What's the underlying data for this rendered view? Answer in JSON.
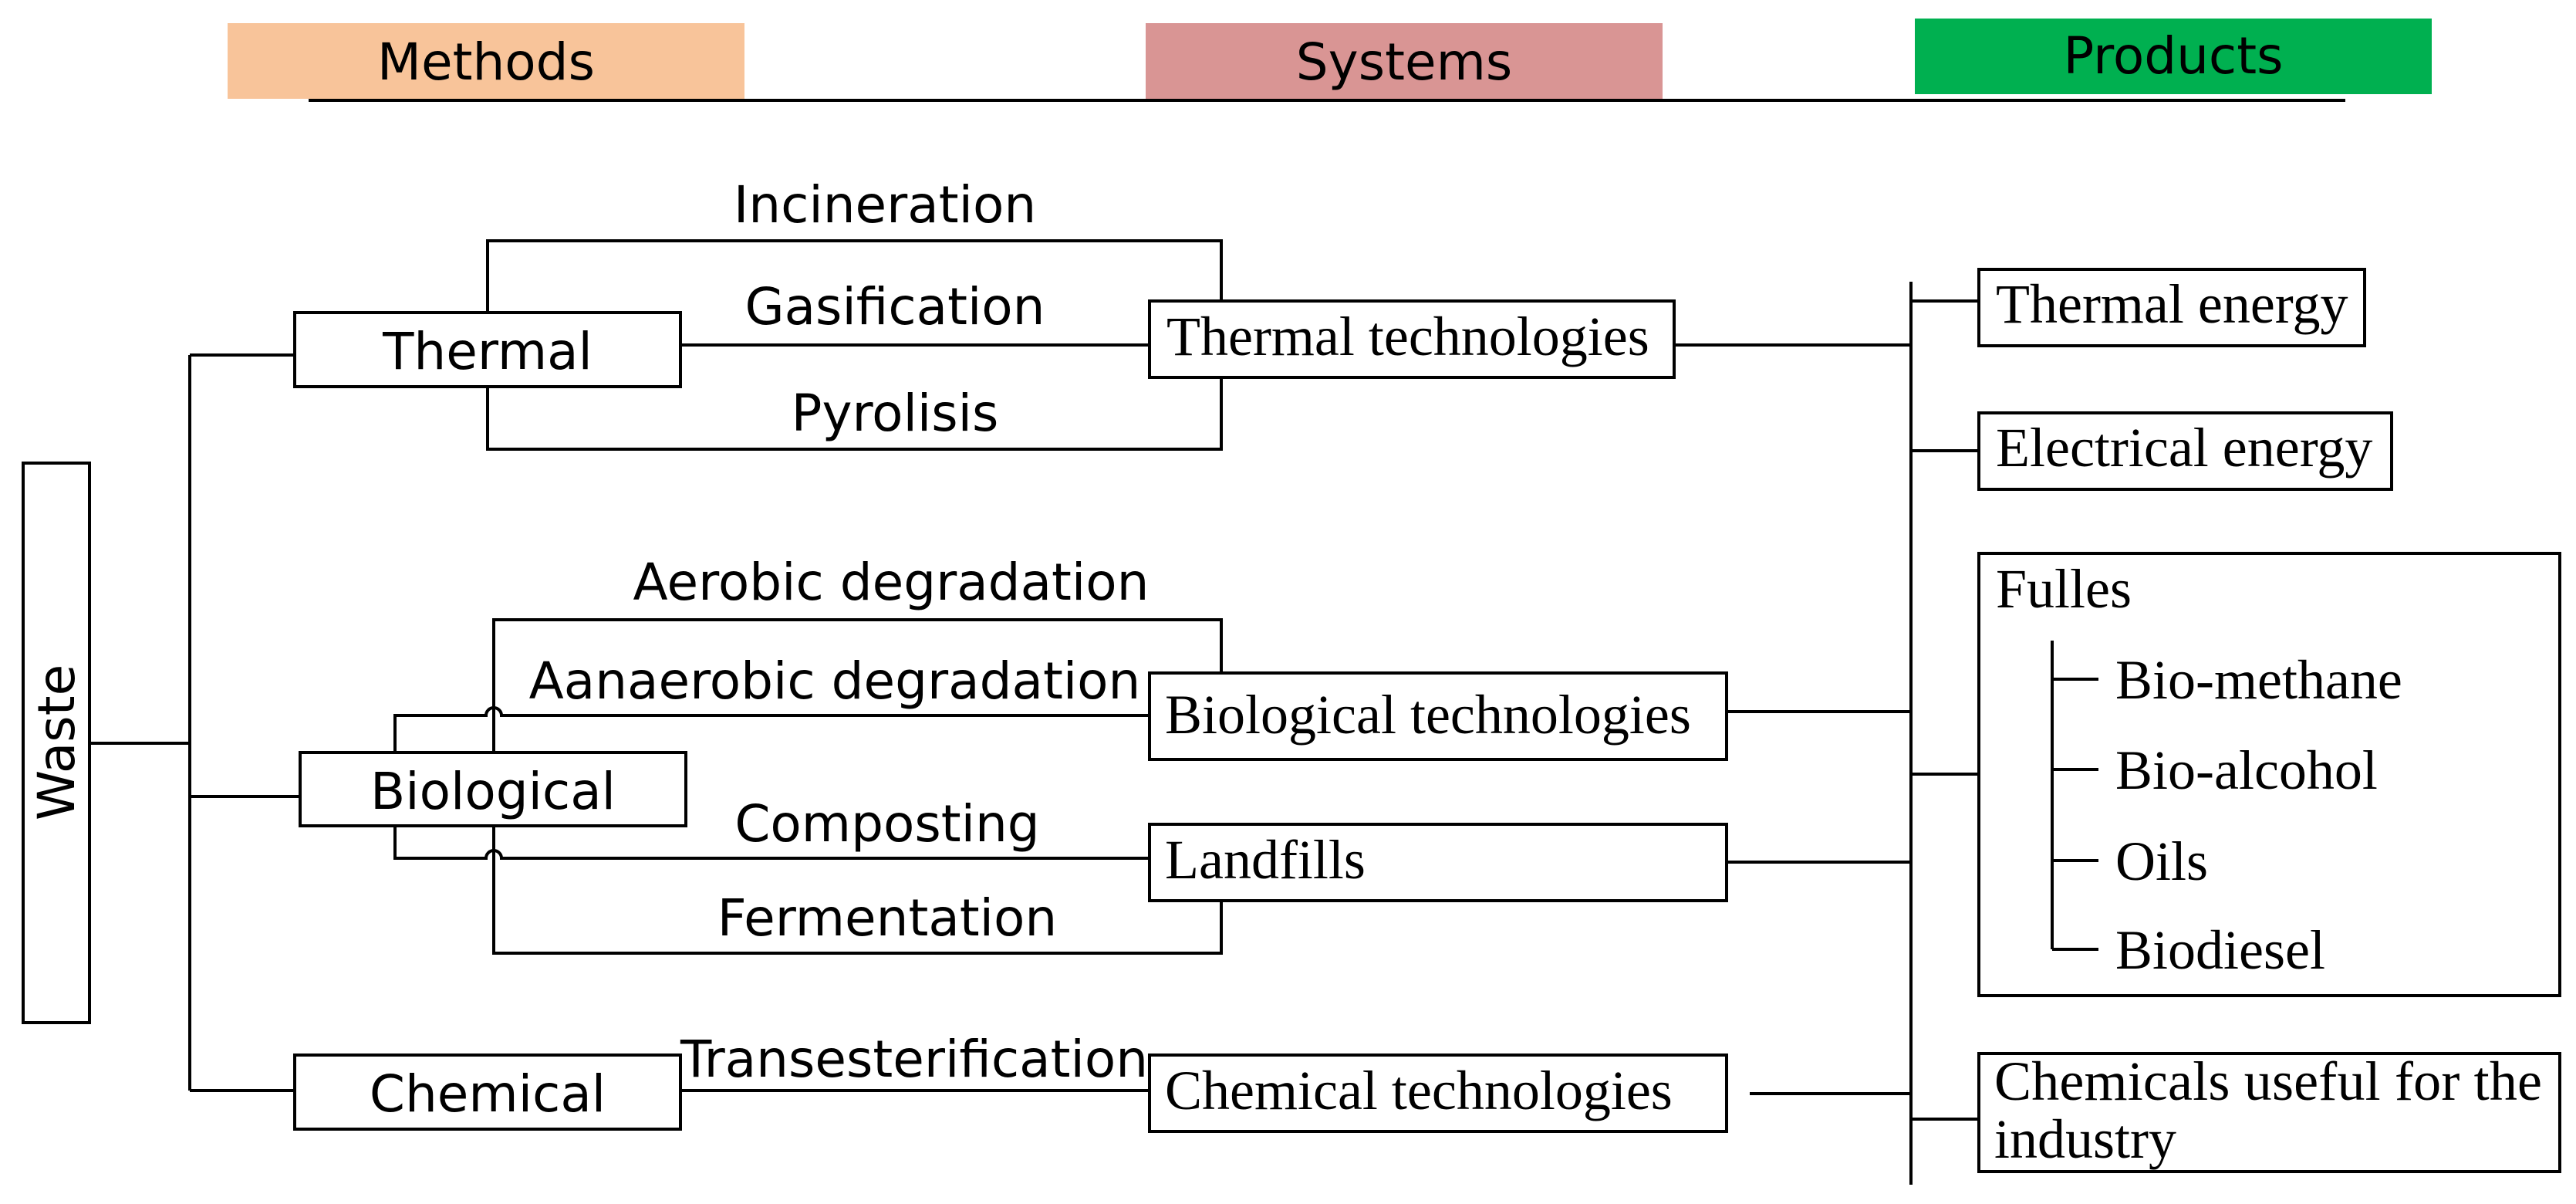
{
  "header": {
    "methods_label": "Methods",
    "systems_label": "Systems",
    "products_label": "Products",
    "methods_color": "#F8C49A",
    "systems_color": "#D99594",
    "products_color": "#00B050"
  },
  "waste_label": "Waste",
  "methods": {
    "thermal": "Thermal",
    "biological": "Biological",
    "chemical": "Chemical"
  },
  "processes": {
    "incineration": "Incineration",
    "gasification": "Gasification",
    "pyrolisis": "Pyrolisis",
    "aerobic": "Aerobic degradation",
    "anaerobic": "Aanaerobic degradation",
    "composting": "Composting",
    "fermentation": "Fermentation",
    "transesterification": "Transesterification"
  },
  "systems": {
    "thermal": "Thermal technologies",
    "biological": "Biological technologies",
    "landfills": "Landfills",
    "chemical": "Chemical technologies"
  },
  "products": {
    "thermal_energy": "Thermal energy",
    "electrical_energy": "Electrical energy",
    "fuels": {
      "title": "Fulles",
      "items": [
        "Bio-methane",
        "Bio-alcohol",
        "Oils",
        "Biodiesel"
      ]
    },
    "chemicals_line1": "Chemicals useful for the",
    "chemicals_line2": "industry"
  }
}
